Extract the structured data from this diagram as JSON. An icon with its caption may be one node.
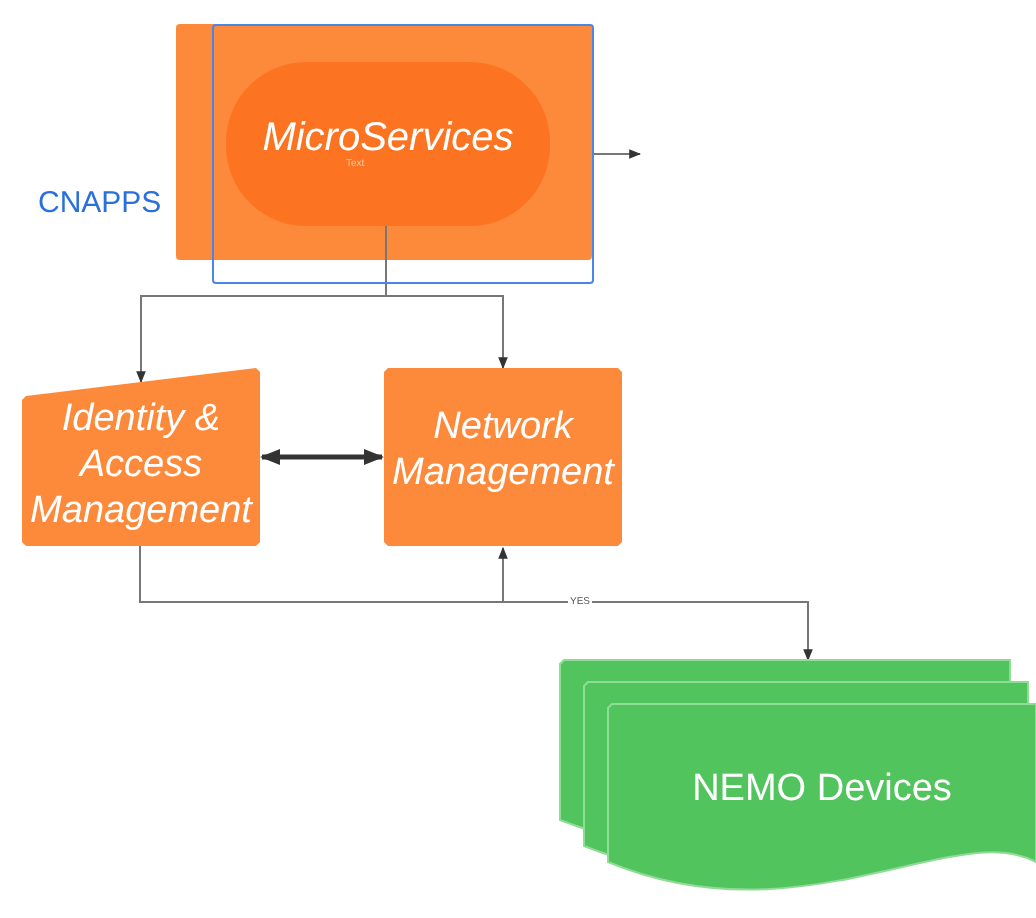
{
  "diagram": {
    "nodes": [
      {
        "text": [
          "CNAPPS"
        ]
      },
      {
        "text": [
          "MicroServices",
          "Text"
        ],
        "in": 0
      },
      {
        "text": [
          "Identity & Access Management"
        ]
      },
      {
        "text": [
          "Network Management"
        ]
      },
      {
        "text": [
          "NEMO Devices"
        ]
      }
    ],
    "edges": [
      {
        "from": 0,
        "to": null,
        "arrow": "to"
      },
      {
        "from": 1,
        "to": 2,
        "arrow": "to"
      },
      {
        "from": 1,
        "to": 3,
        "arrow": "to"
      },
      {
        "from": 2,
        "to": 3,
        "arrow": "both",
        "style": "thick"
      },
      {
        "from": 2,
        "to": 3,
        "arrow": "to"
      },
      {
        "from": 2,
        "to": 4,
        "arrow": "to",
        "label": "YES"
      }
    ]
  }
}
